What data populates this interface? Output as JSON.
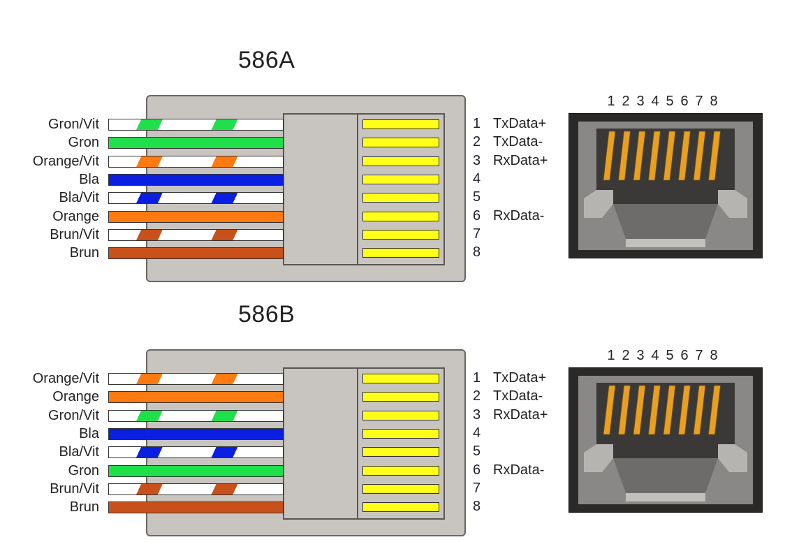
{
  "connectors": [
    {
      "title": "586A",
      "wires": [
        {
          "label": "Gron/Vit",
          "base": "#ffffff",
          "stripe": "#1fe04a",
          "striped": true
        },
        {
          "label": "Gron",
          "base": "#1fe04a",
          "stripe": "#1fe04a",
          "striped": false
        },
        {
          "label": "Orange/Vit",
          "base": "#ffffff",
          "stripe": "#ff7a10",
          "striped": true
        },
        {
          "label": "Bla",
          "base": "#0a1fe0",
          "stripe": "#0a1fe0",
          "striped": false
        },
        {
          "label": "Bla/Vit",
          "base": "#ffffff",
          "stripe": "#0a1fe0",
          "striped": true
        },
        {
          "label": "Orange",
          "base": "#ff7a10",
          "stripe": "#ff7a10",
          "striped": false
        },
        {
          "label": "Brun/Vit",
          "base": "#ffffff",
          "stripe": "#c8501a",
          "striped": true
        },
        {
          "label": "Brun",
          "base": "#c8501a",
          "stripe": "#c8501a",
          "striped": false
        }
      ],
      "pin_numbers": [
        "1",
        "2",
        "3",
        "4",
        "5",
        "6",
        "7",
        "8"
      ],
      "signals": [
        "TxData+",
        "TxData-",
        "RxData+",
        "",
        "",
        "RxData-",
        "",
        ""
      ],
      "jack_numbers": [
        "1",
        "2",
        "3",
        "4",
        "5",
        "6",
        "7",
        "8"
      ]
    },
    {
      "title": "586B",
      "wires": [
        {
          "label": "Orange/Vit",
          "base": "#ffffff",
          "stripe": "#ff7a10",
          "striped": true
        },
        {
          "label": "Orange",
          "base": "#ff7a10",
          "stripe": "#ff7a10",
          "striped": false
        },
        {
          "label": "Gron/Vit",
          "base": "#ffffff",
          "stripe": "#1fe04a",
          "striped": true
        },
        {
          "label": "Bla",
          "base": "#0a1fe0",
          "stripe": "#0a1fe0",
          "striped": false
        },
        {
          "label": "Bla/Vit",
          "base": "#ffffff",
          "stripe": "#0a1fe0",
          "striped": true
        },
        {
          "label": "Gron",
          "base": "#1fe04a",
          "stripe": "#1fe04a",
          "striped": false
        },
        {
          "label": "Brun/Vit",
          "base": "#ffffff",
          "stripe": "#c8501a",
          "striped": true
        },
        {
          "label": "Brun",
          "base": "#c8501a",
          "stripe": "#c8501a",
          "striped": false
        }
      ],
      "pin_numbers": [
        "1",
        "2",
        "3",
        "4",
        "5",
        "6",
        "7",
        "8"
      ],
      "signals": [
        "TxData+",
        "TxData-",
        "RxData+",
        "",
        "",
        "RxData-",
        "",
        ""
      ],
      "jack_numbers": [
        "1",
        "2",
        "3",
        "4",
        "5",
        "6",
        "7",
        "8"
      ]
    }
  ],
  "colors": {
    "pin": "#ffff1a",
    "plug_body": "#c8c5c1",
    "jack_contact": "#e8a020",
    "jack_body": "#3a3938"
  }
}
